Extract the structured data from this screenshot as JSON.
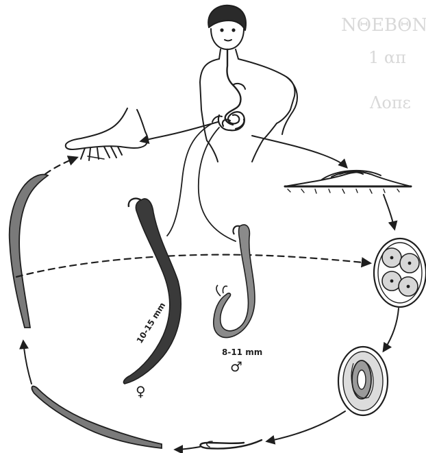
{
  "figure": {
    "labels": {
      "female_length": "10-15 mm",
      "male_length": "8-11 mm",
      "female_symbol": "♀",
      "male_symbol": "♂"
    },
    "bleed_through_text": [
      "ΝΘΕΒΘΝ",
      "1 απ",
      "Λοπε"
    ]
  },
  "icons": [
    "human-figure-icon",
    "foot-icon",
    "feces-mound-icon",
    "egg-cell-icon",
    "larvated-egg-icon",
    "female-worm-icon",
    "male-worm-icon",
    "larva-icon"
  ]
}
